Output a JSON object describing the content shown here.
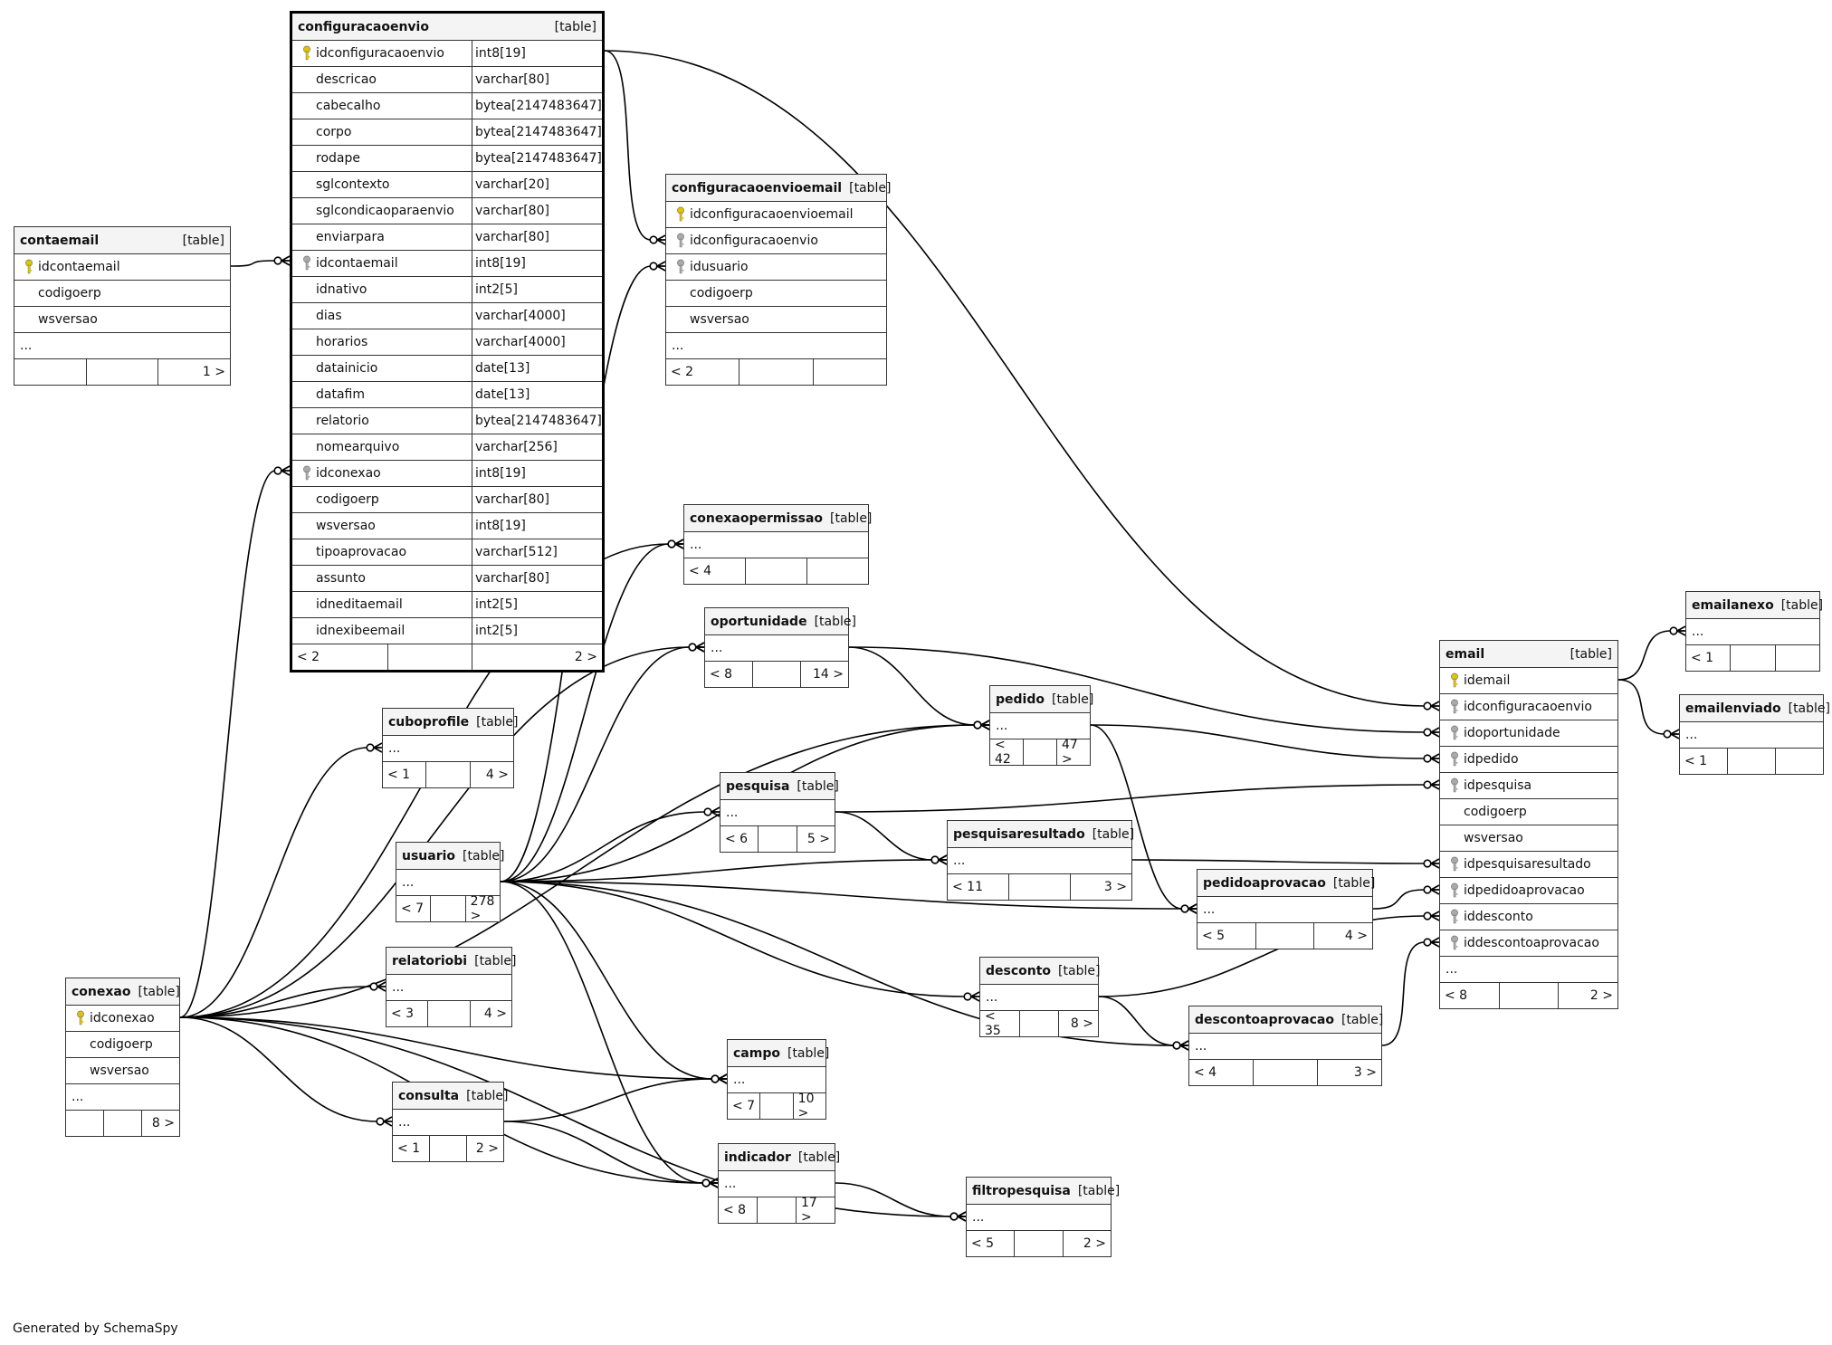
{
  "footer": "Generated by SchemaSpy",
  "type_label": "[table]",
  "tables": {
    "configuracaoenvio": {
      "name": "configuracaoenvio",
      "columns": [
        {
          "name": "idconfiguracaoenvio",
          "type": "int8[19]",
          "key": "primary"
        },
        {
          "name": "descricao",
          "type": "varchar[80]"
        },
        {
          "name": "cabecalho",
          "type": "bytea[2147483647]"
        },
        {
          "name": "corpo",
          "type": "bytea[2147483647]"
        },
        {
          "name": "rodape",
          "type": "bytea[2147483647]"
        },
        {
          "name": "sglcontexto",
          "type": "varchar[20]"
        },
        {
          "name": "sglcondicaoparaenvio",
          "type": "varchar[80]"
        },
        {
          "name": "enviarpara",
          "type": "varchar[80]"
        },
        {
          "name": "idcontaemail",
          "type": "int8[19]",
          "key": "foreign"
        },
        {
          "name": "idnativo",
          "type": "int2[5]"
        },
        {
          "name": "dias",
          "type": "varchar[4000]"
        },
        {
          "name": "horarios",
          "type": "varchar[4000]"
        },
        {
          "name": "datainicio",
          "type": "date[13]"
        },
        {
          "name": "datafim",
          "type": "date[13]"
        },
        {
          "name": "relatorio",
          "type": "bytea[2147483647]"
        },
        {
          "name": "nomearquivo",
          "type": "varchar[256]"
        },
        {
          "name": "idconexao",
          "type": "int8[19]",
          "key": "foreign"
        },
        {
          "name": "codigoerp",
          "type": "varchar[80]"
        },
        {
          "name": "wsversao",
          "type": "int8[19]"
        },
        {
          "name": "tipoaprovacao",
          "type": "varchar[512]"
        },
        {
          "name": "assunto",
          "type": "varchar[80]"
        },
        {
          "name": "idneditaemail",
          "type": "int2[5]"
        },
        {
          "name": "idnexibeemail",
          "type": "int2[5]"
        }
      ],
      "footer": [
        "< 2",
        "",
        "2 >"
      ]
    },
    "contaemail": {
      "name": "contaemail",
      "columns": [
        {
          "name": "idcontaemail",
          "key": "primary"
        },
        {
          "name": "codigoerp"
        },
        {
          "name": "wsversao"
        },
        {
          "name": "..."
        }
      ],
      "footer": [
        "",
        "",
        "1 >"
      ]
    },
    "configuracaoenvioemail": {
      "name": "configuracaoenvioemail",
      "columns": [
        {
          "name": "idconfiguracaoenvioemail",
          "key": "primary"
        },
        {
          "name": "idconfiguracaoenvio",
          "key": "foreign"
        },
        {
          "name": "idusuario",
          "key": "foreign"
        },
        {
          "name": "codigoerp"
        },
        {
          "name": "wsversao"
        },
        {
          "name": "..."
        }
      ],
      "footer": [
        "< 2",
        "",
        ""
      ]
    },
    "conexaopermissao": {
      "name": "conexaopermissao",
      "columns": [
        {
          "name": "..."
        }
      ],
      "footer": [
        "< 4",
        "",
        ""
      ]
    },
    "oportunidade": {
      "name": "oportunidade",
      "columns": [
        {
          "name": "..."
        }
      ],
      "footer": [
        "< 8",
        "",
        "14 >"
      ]
    },
    "pedido": {
      "name": "pedido",
      "columns": [
        {
          "name": "..."
        }
      ],
      "footer": [
        "< 42",
        "",
        "47 >"
      ]
    },
    "cuboprofile": {
      "name": "cuboprofile",
      "columns": [
        {
          "name": "..."
        }
      ],
      "footer": [
        "< 1",
        "",
        "4 >"
      ]
    },
    "pesquisa": {
      "name": "pesquisa",
      "columns": [
        {
          "name": "..."
        }
      ],
      "footer": [
        "< 6",
        "",
        "5 >"
      ]
    },
    "pesquisaresultado": {
      "name": "pesquisaresultado",
      "columns": [
        {
          "name": "..."
        }
      ],
      "footer": [
        "< 11",
        "",
        "3 >"
      ]
    },
    "usuario": {
      "name": "usuario",
      "columns": [
        {
          "name": "..."
        }
      ],
      "footer": [
        "< 7",
        "",
        "278 >"
      ]
    },
    "pedidoaprovacao": {
      "name": "pedidoaprovacao",
      "columns": [
        {
          "name": "..."
        }
      ],
      "footer": [
        "< 5",
        "",
        "4 >"
      ]
    },
    "relatoriobi": {
      "name": "relatoriobi",
      "columns": [
        {
          "name": "..."
        }
      ],
      "footer": [
        "< 3",
        "",
        "4 >"
      ]
    },
    "desconto": {
      "name": "desconto",
      "columns": [
        {
          "name": "..."
        }
      ],
      "footer": [
        "< 35",
        "",
        "8 >"
      ]
    },
    "conexao": {
      "name": "conexao",
      "columns": [
        {
          "name": "idconexao",
          "key": "primary"
        },
        {
          "name": "codigoerp"
        },
        {
          "name": "wsversao"
        },
        {
          "name": "..."
        }
      ],
      "footer": [
        "",
        "",
        "8 >"
      ]
    },
    "descontoaprovacao": {
      "name": "descontoaprovacao",
      "columns": [
        {
          "name": "..."
        }
      ],
      "footer": [
        "< 4",
        "",
        "3 >"
      ]
    },
    "campo": {
      "name": "campo",
      "columns": [
        {
          "name": "..."
        }
      ],
      "footer": [
        "< 7",
        "",
        "10 >"
      ]
    },
    "consulta": {
      "name": "consulta",
      "columns": [
        {
          "name": "..."
        }
      ],
      "footer": [
        "< 1",
        "",
        "2 >"
      ]
    },
    "indicador": {
      "name": "indicador",
      "columns": [
        {
          "name": "..."
        }
      ],
      "footer": [
        "< 8",
        "",
        "17 >"
      ]
    },
    "filtropesquisa": {
      "name": "filtropesquisa",
      "columns": [
        {
          "name": "..."
        }
      ],
      "footer": [
        "< 5",
        "",
        "2 >"
      ]
    },
    "email": {
      "name": "email",
      "columns": [
        {
          "name": "idemail",
          "key": "primary"
        },
        {
          "name": "idconfiguracaoenvio",
          "key": "foreign"
        },
        {
          "name": "idoportunidade",
          "key": "foreign"
        },
        {
          "name": "idpedido",
          "key": "foreign"
        },
        {
          "name": "idpesquisa",
          "key": "foreign"
        },
        {
          "name": "codigoerp"
        },
        {
          "name": "wsversao"
        },
        {
          "name": "idpesquisaresultado",
          "key": "foreign"
        },
        {
          "name": "idpedidoaprovacao",
          "key": "foreign"
        },
        {
          "name": "iddesconto",
          "key": "foreign"
        },
        {
          "name": "iddescontoaprovacao",
          "key": "foreign"
        },
        {
          "name": "..."
        }
      ],
      "footer": [
        "< 8",
        "",
        "2 >"
      ]
    },
    "emailanexo": {
      "name": "emailanexo",
      "columns": [
        {
          "name": "..."
        }
      ],
      "footer": [
        "< 1",
        "",
        ""
      ]
    },
    "emailenviado": {
      "name": "emailenviado",
      "columns": [
        {
          "name": "..."
        }
      ],
      "footer": [
        "< 1",
        "",
        ""
      ]
    }
  },
  "colors": {
    "primary_key": "#e0c400",
    "foreign_key": "#aaaaaa",
    "line": "#000000"
  }
}
